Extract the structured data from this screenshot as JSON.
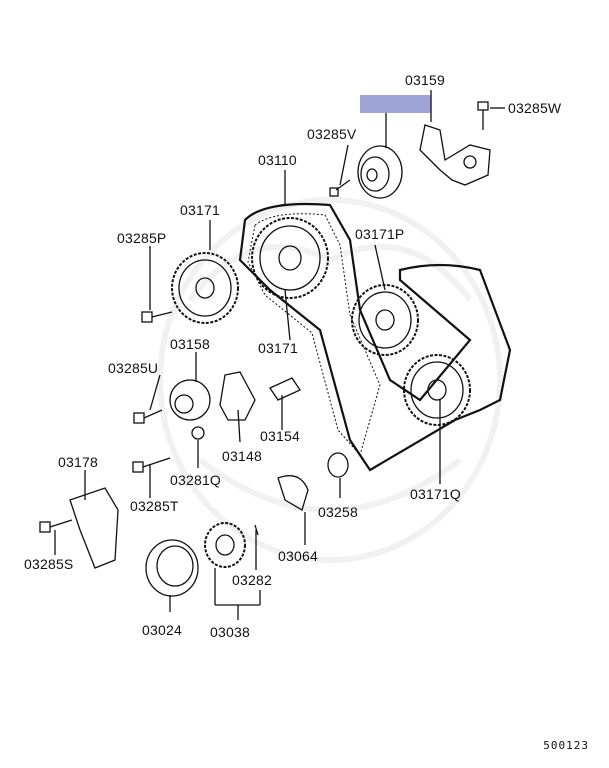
{
  "colors": {
    "highlight": "#9fa4d6",
    "ink": "#111111",
    "watermark": "#ebebeb"
  },
  "labels": [
    {
      "id": "03159",
      "text": "03159"
    },
    {
      "id": "03285W",
      "text": "03285W"
    },
    {
      "id": "03285V",
      "text": "03285V"
    },
    {
      "id": "03110",
      "text": "03110"
    },
    {
      "id": "03171a",
      "text": "03171"
    },
    {
      "id": "03171P",
      "text": "03171P"
    },
    {
      "id": "03285P",
      "text": "03285P"
    },
    {
      "id": "03158",
      "text": "03158"
    },
    {
      "id": "03171b",
      "text": "03171"
    },
    {
      "id": "03285U",
      "text": "03285U"
    },
    {
      "id": "03154",
      "text": "03154"
    },
    {
      "id": "03148",
      "text": "03148"
    },
    {
      "id": "03178",
      "text": "03178"
    },
    {
      "id": "03281Q",
      "text": "03281Q"
    },
    {
      "id": "03285T",
      "text": "03285T"
    },
    {
      "id": "03171Q",
      "text": "03171Q"
    },
    {
      "id": "03258",
      "text": "03258"
    },
    {
      "id": "03285S",
      "text": "03285S"
    },
    {
      "id": "03064",
      "text": "03064"
    },
    {
      "id": "03282",
      "text": "03282"
    },
    {
      "id": "03024",
      "text": "03024"
    },
    {
      "id": "03038",
      "text": "03038"
    }
  ],
  "diagram_code": "500123"
}
